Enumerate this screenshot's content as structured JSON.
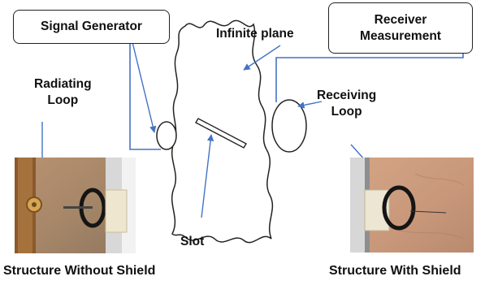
{
  "boxes": {
    "signal_generator": "Signal Generator",
    "receiver_line1": "Receiver",
    "receiver_line2": "Measurement"
  },
  "labels": {
    "infinite_plane": "Infinite plane",
    "radiating_loop_line1": "Radiating",
    "radiating_loop_line2": "Loop",
    "receiving_loop_line1": "Receiving",
    "receiving_loop_line2": "Loop",
    "slot": "Slot"
  },
  "captions": {
    "left_photo": "Structure Without Shield",
    "right_photo": "Structure With Shield"
  },
  "colors": {
    "arrow": "#4472c4",
    "outline": "#222222",
    "copper": "#c99a7a"
  }
}
